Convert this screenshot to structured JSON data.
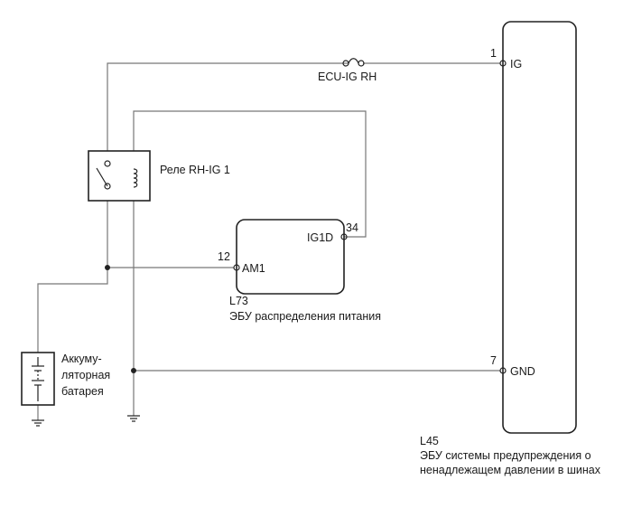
{
  "fuse": {
    "label": "ECU-IG RH"
  },
  "relay": {
    "label": "Реле RH-IG 1"
  },
  "battery": {
    "label_line1": "Аккуму-",
    "label_line2": "ляторная",
    "label_line3": "батарея"
  },
  "ecu_l73": {
    "code": "L73",
    "name": "ЭБУ распределения питания",
    "pins": [
      {
        "number": "12",
        "name": "AM1"
      },
      {
        "number": "34",
        "name": "IG1D"
      }
    ]
  },
  "ecu_l45": {
    "code": "L45",
    "name_line1": "ЭБУ системы предупреждения о",
    "name_line2": "ненадлежащем давлении в шинах",
    "pins": [
      {
        "number": "1",
        "name": "IG"
      },
      {
        "number": "7",
        "name": "GND"
      }
    ]
  }
}
